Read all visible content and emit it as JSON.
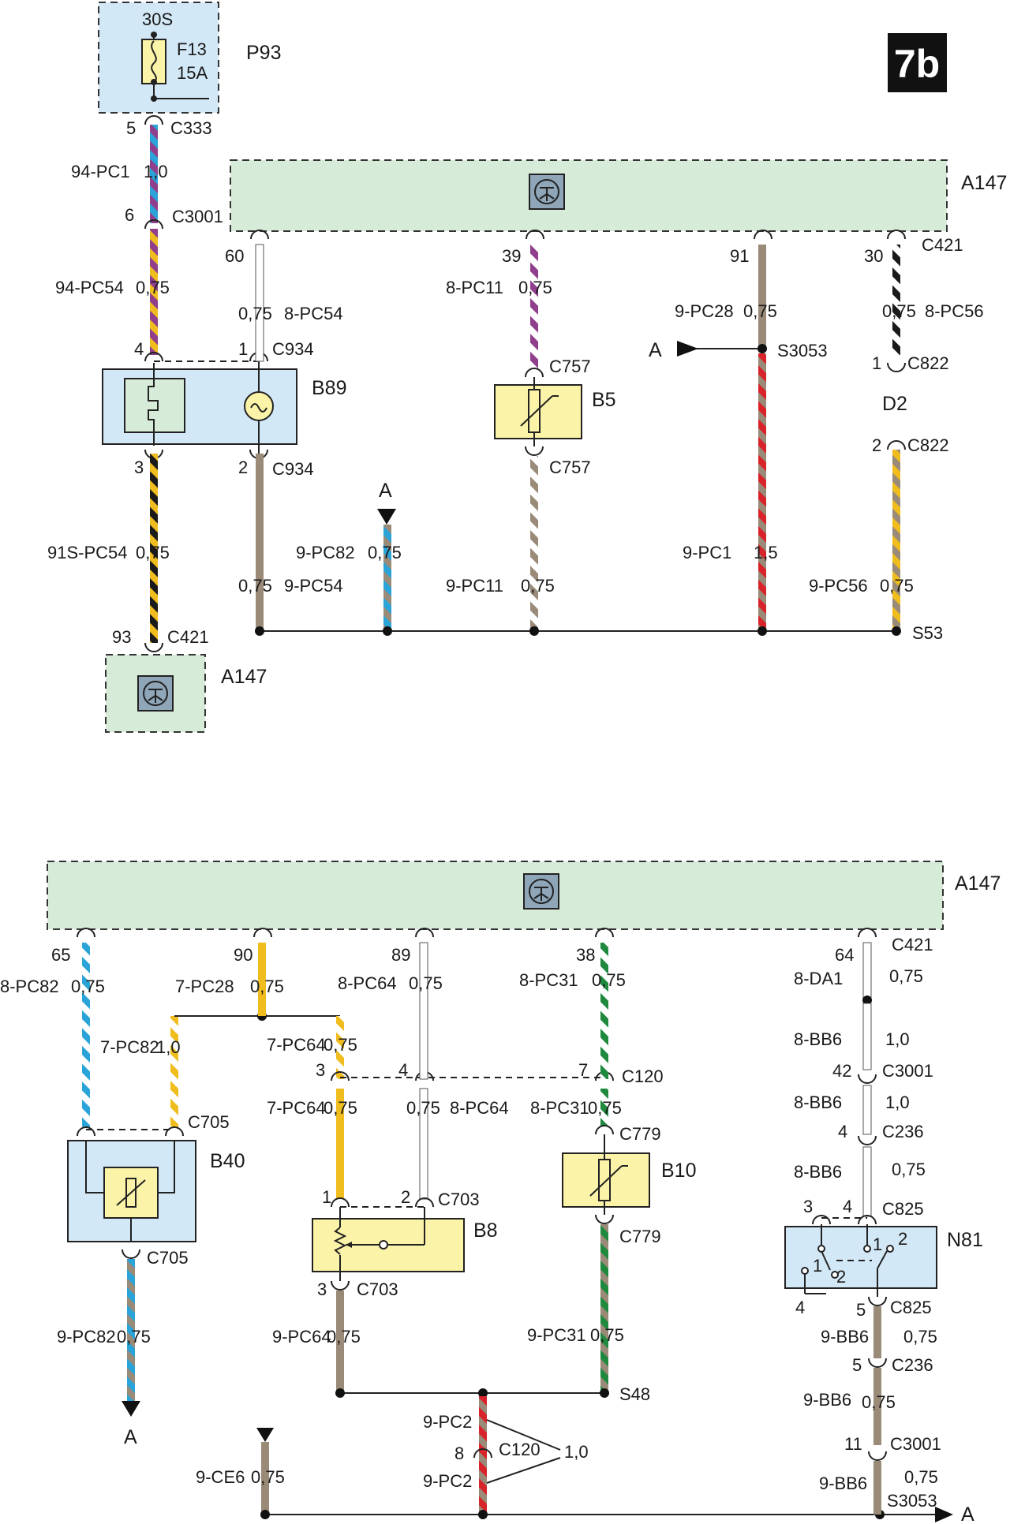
{
  "page": {
    "badge": "7b"
  },
  "components": {
    "p93": {
      "name": "P93",
      "supply": "30S",
      "fuse": "F13",
      "fuse_rating": "15A"
    },
    "a147": "A147",
    "b89": "B89",
    "b5": "B5",
    "d2": "D2",
    "b40": "B40",
    "b8": "B8",
    "b10": "B10",
    "n81": "N81"
  },
  "connectors": {
    "c333": "C333",
    "c3001": "C3001",
    "c934": "C934",
    "c421": "C421",
    "c757": "C757",
    "c822": "C822",
    "c705": "C705",
    "c703": "C703",
    "c779": "C779",
    "c120": "C120",
    "c236": "C236",
    "c825": "C825"
  },
  "splices": {
    "s3053": "S3053",
    "s53": "S53",
    "s48": "S48"
  },
  "pins": {
    "p1": "5",
    "p2": "6",
    "p3": "4",
    "p4": "1",
    "p5": "3",
    "p6": "2",
    "p7": "93",
    "p8": "60",
    "p9": "39",
    "p10": "91",
    "p11": "30",
    "p12": "1",
    "p13": "2",
    "p14": "65",
    "p15": "90",
    "p16": "89",
    "p17": "38",
    "p18": "64",
    "p19": "3",
    "p20": "4",
    "p21": "7",
    "p22": "1",
    "p23": "2",
    "p24": "3",
    "p25": "42",
    "p26": "4",
    "p27": "3",
    "p28": "4",
    "p29": "4",
    "p30": "5",
    "p31": "5",
    "p32": "11",
    "p33": "8",
    "n81_in1": "1",
    "n81_in2": "2",
    "n81_in3": "1",
    "n81_in4": "2"
  },
  "wires": {
    "w1": "94-PC1",
    "w2": "94-PC54",
    "w3": "8-PC54",
    "w4": "91S-PC54",
    "w5": "9-PC54",
    "w6": "9-PC82",
    "w7": "8-PC11",
    "w8": "9-PC11",
    "w9": "9-PC28",
    "w10": "9-PC1",
    "w11": "8-PC56",
    "w12": "9-PC56",
    "w13": "8-PC82",
    "w14": "7-PC82",
    "w15": "9-PC82",
    "w16": "7-PC28",
    "w17": "7-PC64",
    "w18": "7-PC64",
    "w19": "8-PC64",
    "w20": "8-PC64",
    "w21": "9-PC64",
    "w22": "8-PC31",
    "w23": "8-PC31",
    "w24": "9-PC31",
    "w25": "8-DA1",
    "w26": "8-BB6",
    "w27": "8-BB6",
    "w28": "8-BB6",
    "w29": "9-BB6",
    "w30": "9-BB6",
    "w31": "9-BB6",
    "w32": "9-PC2",
    "w33": "9-PC2",
    "w34": "9-CE6"
  },
  "sizes": {
    "s1": "1,0",
    "s2": "0,75",
    "s3": "0,75",
    "s4": "0,75",
    "s5": "0,75",
    "s6": "0,75",
    "s7": "0,75",
    "s8": "0,75",
    "s9": "0,75",
    "s10": "1,5",
    "s11": "0,75",
    "s12": "0,75",
    "s13": "0,75",
    "s14": "1,0",
    "s15": "0,75",
    "s16": "0,75",
    "s17": "0,75",
    "s18": "0,75",
    "s19": "0,75",
    "s20": "0,75",
    "s21": "0,75",
    "s22": "0,75",
    "s23": "0,75",
    "s24": "0,75",
    "s25": "0,75",
    "s26": "0,75",
    "s27": "1,0",
    "s28": "1,0",
    "s29": "0,75",
    "s30": "0,75",
    "s31": "0,75",
    "s32": "0,75",
    "s33": "1,0",
    "s34": "0,75"
  },
  "refs": {
    "a_in": "A",
    "a_top": "A",
    "a_out_b40": "A",
    "a_out_bottom": "A"
  },
  "colors": {
    "blue": "#2aa3d8",
    "violet": "#8f3f8c",
    "yellow": "#f0bd1e",
    "black": "#1a1a1a",
    "brown": "#9a8a78",
    "red": "#d8232a",
    "green": "#1f8a3e",
    "white": "#ffffff",
    "ecu_fill": "#d7ebd9",
    "relay_fill": "#d3e8f6",
    "sensor_fill": "#fbf3a8"
  }
}
